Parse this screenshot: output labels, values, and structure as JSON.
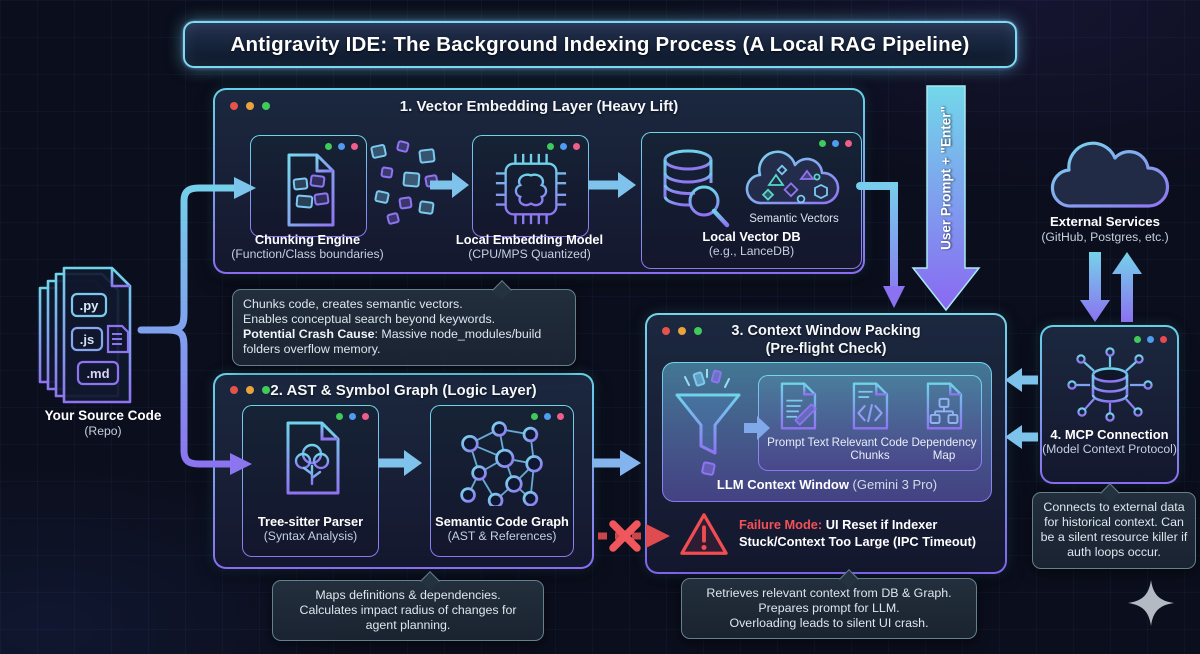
{
  "title": "Antigravity IDE: The Background Indexing Process (A Local RAG Pipeline)",
  "source_code": {
    "title": "Your Source Code",
    "subtitle": "(Repo)",
    "badges": [
      ".py",
      ".js",
      ".md"
    ]
  },
  "vector_layer": {
    "title": "1. Vector Embedding Layer (Heavy Lift)",
    "chunking": {
      "title": "Chunking Engine",
      "subtitle": "(Function/Class boundaries)"
    },
    "embedding": {
      "title": "Local Embedding Model",
      "subtitle": "(CPU/MPS Quantized)"
    },
    "vectordb": {
      "title": "Local Vector DB",
      "subtitle": "(e.g., LanceDB)",
      "cloud_label": "Semantic Vectors"
    }
  },
  "note_vector": {
    "line1": "Chunks code, creates semantic vectors.",
    "line2": "Enables conceptual search beyond keywords.",
    "bold": "Potential Crash Cause",
    "rest": ": Massive node_modules/build folders overflow memory."
  },
  "ast_layer": {
    "title": "2. AST & Symbol Graph (Logic Layer)",
    "parser": {
      "title": "Tree-sitter Parser",
      "subtitle": "(Syntax Analysis)"
    },
    "graph": {
      "title": "Semantic Code Graph",
      "subtitle": "(AST & References)"
    }
  },
  "note_ast": {
    "lines": [
      "Maps definitions & dependencies.",
      "Calculates impact radius of changes for",
      "agent planning."
    ]
  },
  "context_packing": {
    "title_line1": "3. Context Window Packing",
    "title_line2": "(Pre-flight Check)",
    "items": [
      "Prompt Text",
      "Relevant Code Chunks",
      "Dependency Map"
    ],
    "caption_bold": "LLM Context Window",
    "caption_rest": " (Gemini 3 Pro)",
    "failure_label": "Failure Mode:",
    "failure_line1": " UI Reset if Indexer",
    "failure_line2": "Stuck/Context Too Large (IPC Timeout)"
  },
  "note_context": {
    "lines": [
      "Retrieves relevant context from DB & Graph.",
      "Prepares prompt for LLM.",
      "Overloading leads to silent UI crash."
    ]
  },
  "user_prompt_label": "User Prompt + \"Enter\"",
  "external_services": {
    "title": "External Services",
    "subtitle": "(GitHub, Postgres, etc.)"
  },
  "mcp": {
    "title": "4. MCP Connection",
    "subtitle": "(Model Context Protocol)"
  },
  "note_mcp": "Connects to external data for historical context. Can be a silent resource killer if auth loops occur.",
  "colors": {
    "accent_cyan": "#72d6ea",
    "accent_purple": "#8b70f0",
    "danger_red": "#ef4d52"
  }
}
